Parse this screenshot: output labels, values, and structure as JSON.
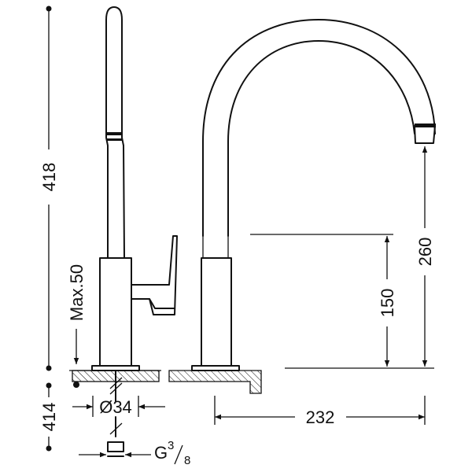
{
  "dimensions": {
    "total_height": "418",
    "spout_height": "260",
    "spout_clearance": "150",
    "max_thickness": "Max.50",
    "below_counter": "414",
    "hole_diameter": "Ø34",
    "spout_reach": "232",
    "connection_main": "G",
    "connection_sup": "3",
    "connection_sub": "8"
  }
}
